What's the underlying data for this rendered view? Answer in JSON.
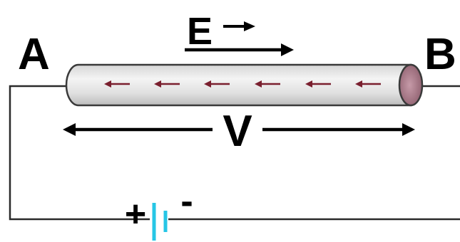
{
  "labels": {
    "end_a": "A",
    "end_b": "B",
    "field": "E",
    "voltage": "V",
    "battery_positive": "+",
    "battery_negative": "-"
  },
  "colors": {
    "electron_arrow": "#7a1f2e",
    "battery": "#26c6e6",
    "wire": "#2a2a2a",
    "rod_fill_light": "#f4f4f4",
    "rod_fill_dark": "#bdbdbd",
    "rod_end_cap": "#b48a98"
  },
  "icons": {
    "field_arrow": "arrow-right-icon",
    "electron_drift": "arrow-left-icon",
    "voltage_span": "double-arrow-icon",
    "battery": "battery-icon"
  }
}
